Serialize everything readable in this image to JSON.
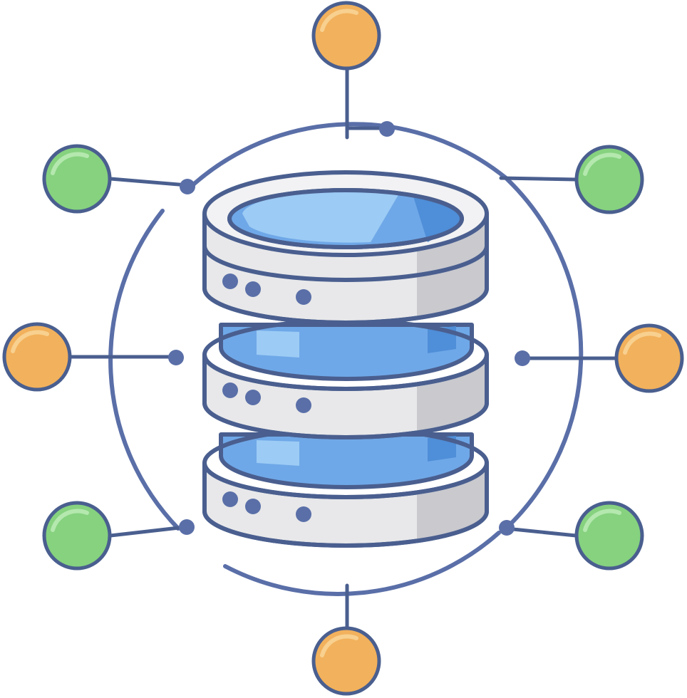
{
  "illustration": {
    "subject": "database-server-network-icon",
    "colors": {
      "outline": "#4A5F8F",
      "ring": "#5A6FA8",
      "server_body": "#E8E8EA",
      "server_shadow": "#C9C9CE",
      "server_top": "#F2F2F4",
      "disk_blue": "#6FA8E8",
      "disk_blue_light": "#9CCBF5",
      "disk_blue_dark": "#4F8ED8",
      "node_green": "#86D27F",
      "node_green_light": "#B4E8AE",
      "node_orange": "#F2B15C",
      "node_orange_light": "#F8D08F"
    },
    "server_units": [
      {
        "name": "server-unit-top"
      },
      {
        "name": "server-unit-middle"
      },
      {
        "name": "server-unit-bottom"
      }
    ],
    "nodes": [
      {
        "name": "node-top",
        "color": "orange"
      },
      {
        "name": "node-upper-left",
        "color": "green"
      },
      {
        "name": "node-upper-right",
        "color": "green"
      },
      {
        "name": "node-left",
        "color": "orange"
      },
      {
        "name": "node-right",
        "color": "orange"
      },
      {
        "name": "node-lower-left",
        "color": "green"
      },
      {
        "name": "node-lower-right",
        "color": "green"
      },
      {
        "name": "node-bottom",
        "color": "orange"
      }
    ]
  }
}
